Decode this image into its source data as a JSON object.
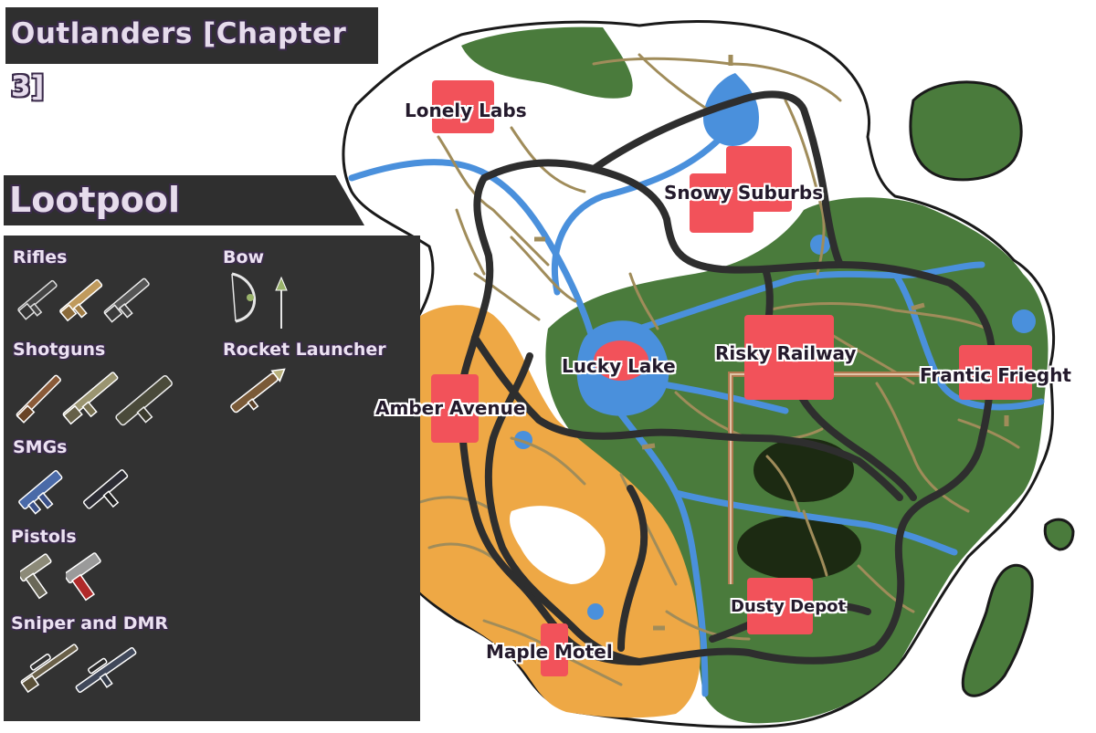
{
  "title": "Outlanders [Chapter 3]",
  "lootpool": {
    "heading": "Lootpool",
    "categories": [
      {
        "label": "Rifles",
        "weapons": [
          "assault-rifle-icon",
          "scar-rifle-icon",
          "heavy-rifle-icon"
        ]
      },
      {
        "label": "Bow",
        "weapons": [
          "bow-icon",
          "arrow-icon"
        ]
      },
      {
        "label": "Shotguns",
        "weapons": [
          "pump-shotgun-icon",
          "tactical-shotgun-icon",
          "charge-shotgun-icon"
        ]
      },
      {
        "label": "Rocket Launcher",
        "weapons": [
          "rocket-launcher-icon"
        ]
      },
      {
        "label": "SMGs",
        "weapons": [
          "smg-icon",
          "compact-smg-icon"
        ]
      },
      {
        "label": "Pistols",
        "weapons": [
          "pistol-icon",
          "hand-cannon-icon"
        ]
      },
      {
        "label": "Sniper and DMR",
        "weapons": [
          "sniper-rifle-icon",
          "dmr-icon"
        ]
      }
    ]
  },
  "map": {
    "pois": [
      {
        "name": "Lonely Labs"
      },
      {
        "name": "Snowy Suburbs"
      },
      {
        "name": "Lucky Lake"
      },
      {
        "name": "Risky Railway"
      },
      {
        "name": "Frantic Frieght"
      },
      {
        "name": "Amber Avenue"
      },
      {
        "name": "Dusty Depot"
      },
      {
        "name": "Maple Motel"
      }
    ],
    "colors": {
      "snow": "#ffffff",
      "grass": "#4a7b3c",
      "desert": "#eea845",
      "water": "#4a90dc",
      "road": "#2e2e2e",
      "path": "#a08c5a",
      "poi": "#f2525a",
      "rail": "#b07a50",
      "swamp": "#1c2a12"
    }
  }
}
